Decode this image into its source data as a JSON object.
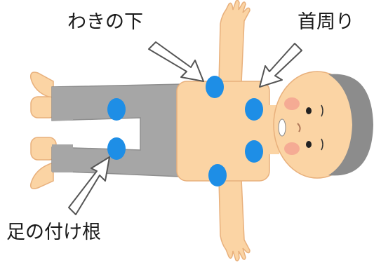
{
  "labels": {
    "armpit": "わきの下",
    "neck": "首周り",
    "groin": "足の付け根"
  },
  "colors": {
    "skin": "#fbd4a4",
    "skin_outline": "#e8b07c",
    "pants": "#a6a6a6",
    "hair": "#8c8c8c",
    "cheek": "#f4a090",
    "point": "#1e8ee6",
    "arrow_fill": "#ffffff",
    "arrow_stroke": "#555555"
  },
  "icons": [
    "cooling-point-marker",
    "pointer-arrow"
  ]
}
